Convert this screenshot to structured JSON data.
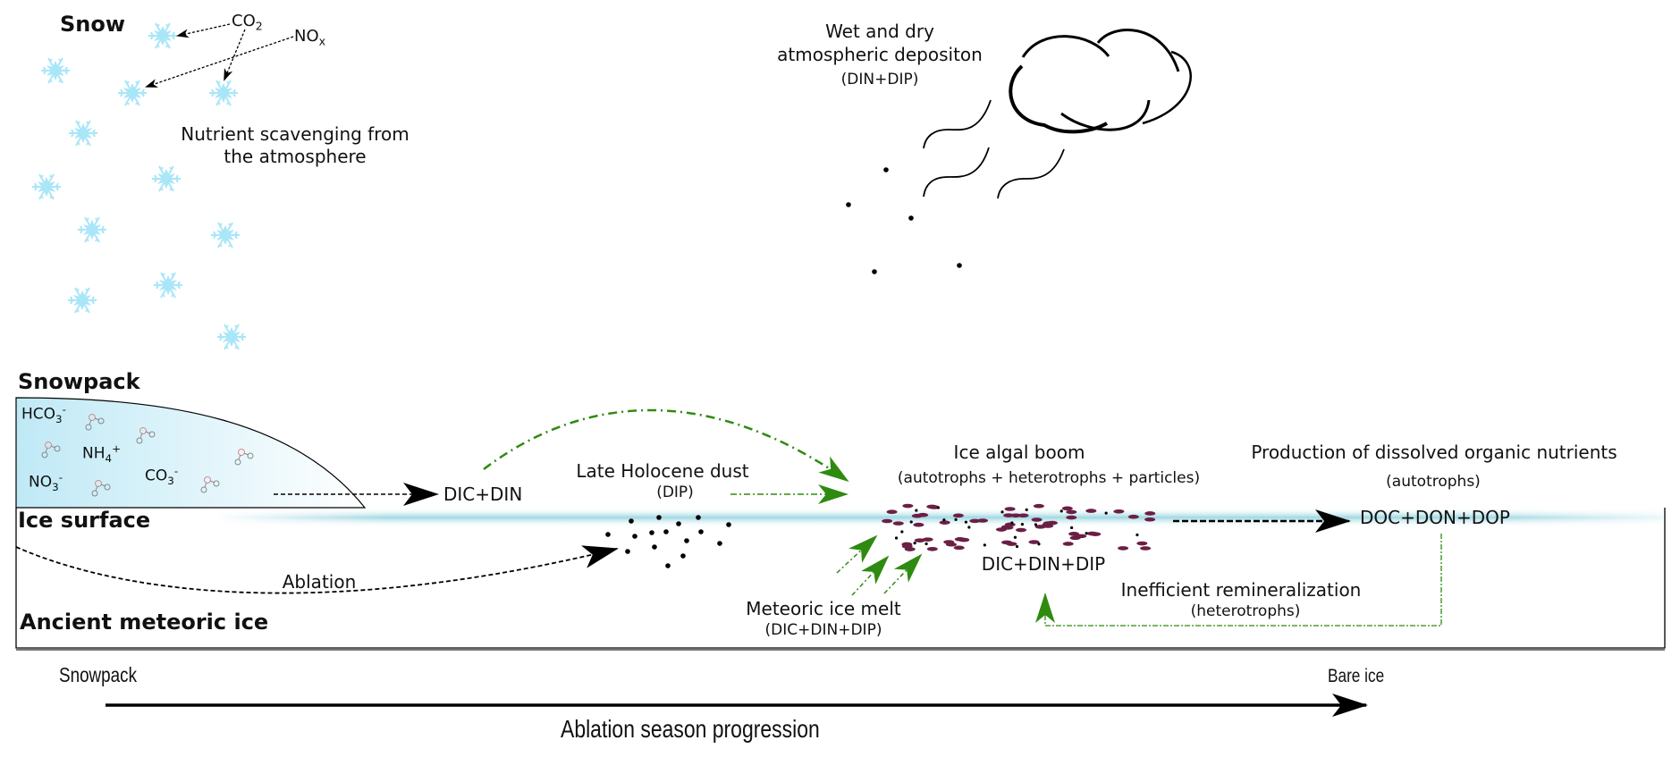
{
  "diagram": {
    "sections": {
      "snow": "Snow",
      "snowpack": "Snowpack",
      "ice_surface": "Ice surface",
      "ancient_ice": "Ancient meteoric  ice"
    },
    "atmosphere": {
      "co2": {
        "base": "CO",
        "sub": "2"
      },
      "nox": {
        "base": "NO",
        "sub": "x"
      },
      "scavenging_line1": "Nutrient scavenging from",
      "scavenging_line2": "the atmosphere",
      "deposition_line1": "Wet and dry",
      "deposition_line2": "atmospheric depositon",
      "deposition_line3": "(DIN+DIP)"
    },
    "snowpack_species": {
      "hco3": {
        "base": "HCO",
        "sub": "3",
        "sup": "-"
      },
      "nh4": {
        "base": "NH",
        "sub": "4",
        "sup": "+"
      },
      "no3": {
        "base": "NO",
        "sub": "3",
        "sup": "-"
      },
      "co3": {
        "base": "CO",
        "sub": "3",
        "sup": "-"
      }
    },
    "flows": {
      "dic_din": "DIC+DIN",
      "dust_title": "Late Holocene dust",
      "dust_sub": "(DIP)",
      "algal_title": "Ice algal boom",
      "algal_sub": "(autotrophs + heterotrophs + particles)",
      "production_title": "Production of dissolved organic nutrients",
      "production_sub": "(autotrophs)",
      "doc_don_dop": "DOC+DON+DOP",
      "dic_din_dip": "DIC+DIN+DIP",
      "remin_title": "Inefficient remineralization",
      "remin_sub": "(heterotrophs)",
      "ablation": "Ablation",
      "melt_title": "Meteoric ice melt",
      "melt_sub": "(DIC+DIN+DIP)"
    },
    "timeline": {
      "start": "Snowpack",
      "end": "Bare ice",
      "label": "Ablation season progression"
    },
    "colors": {
      "snowflake": "#a8e6f8",
      "snowpack_fill": "#c7ecf7",
      "ice_band": "#9fd8e2",
      "green_flux": "#2e8b0f",
      "algae": "#6b1f45",
      "black": "#000000"
    },
    "icons": [
      "snowflake-icon",
      "cloud-icon",
      "rain-stroke-icon",
      "molecule-icon",
      "algae-cell-icon",
      "dust-particle-icon"
    ]
  }
}
